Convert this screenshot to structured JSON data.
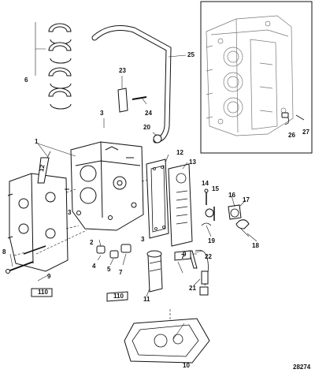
{
  "figure_number": "28274",
  "callouts": [
    {
      "id": "c1",
      "text": "1"
    },
    {
      "id": "c2",
      "text": "2"
    },
    {
      "id": "c3a",
      "text": "3"
    },
    {
      "id": "c3b",
      "text": "3"
    },
    {
      "id": "c3c",
      "text": "3"
    },
    {
      "id": "c4",
      "text": "4"
    },
    {
      "id": "c5",
      "text": "5"
    },
    {
      "id": "c6",
      "text": "6"
    },
    {
      "id": "c7",
      "text": "7"
    },
    {
      "id": "c8",
      "text": "8"
    },
    {
      "id": "c9",
      "text": "9"
    },
    {
      "id": "c10",
      "text": "10"
    },
    {
      "id": "c11",
      "text": "11"
    },
    {
      "id": "c12",
      "text": "12"
    },
    {
      "id": "c13",
      "text": "13"
    },
    {
      "id": "c14",
      "text": "14"
    },
    {
      "id": "c15",
      "text": "15"
    },
    {
      "id": "c16",
      "text": "16"
    },
    {
      "id": "c17",
      "text": "17"
    },
    {
      "id": "c18",
      "text": "18"
    },
    {
      "id": "c19",
      "text": "19"
    },
    {
      "id": "c20",
      "text": "20"
    },
    {
      "id": "c21",
      "text": "21"
    },
    {
      "id": "c22",
      "text": "22"
    },
    {
      "id": "c23",
      "text": "23"
    },
    {
      "id": "c24",
      "text": "24"
    },
    {
      "id": "c25",
      "text": "25"
    },
    {
      "id": "c26",
      "text": "26"
    },
    {
      "id": "c27",
      "text": "27"
    }
  ],
  "tube_labels": {
    "t12": "12",
    "t7": "7",
    "t110a": "110",
    "t110b": "110",
    "t9": "9"
  }
}
